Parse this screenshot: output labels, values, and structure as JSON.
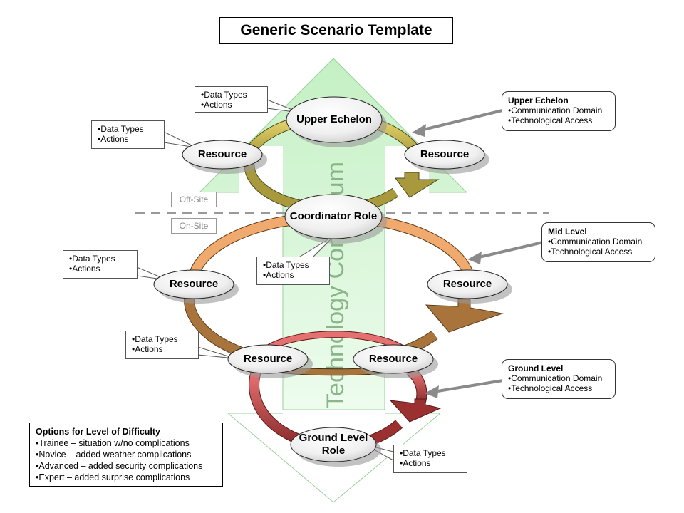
{
  "title": "Generic Scenario Template",
  "background_arrow": {
    "label": "Technology Continuum",
    "fill_color": "#c8f2c8",
    "text_color": "#7aaa7a"
  },
  "site_labels": {
    "off_site": "Off-Site",
    "on_site": "On-Site"
  },
  "nodes": {
    "upper_echelon": "Upper Echelon",
    "upper_resource_left": "Resource",
    "upper_resource_right": "Resource",
    "coordinator": "Coordinator Role",
    "mid_resource_left": "Resource",
    "mid_resource_right": "Resource",
    "lower_resource_left": "Resource",
    "lower_resource_right": "Resource",
    "ground_level": "Ground Level Role"
  },
  "cycle_colors": {
    "upper": "#e4d46a",
    "upper_dark": "#a89a3c",
    "mid": "#f0aa6e",
    "mid_dark": "#a8743c",
    "lower": "#e47070",
    "lower_dark": "#9a3030"
  },
  "data_callouts": [
    {
      "id": "upper-echelon",
      "lines": [
        "•Data Types",
        "•Actions"
      ]
    },
    {
      "id": "upper-resource-left",
      "lines": [
        "•Data Types",
        "•Actions"
      ]
    },
    {
      "id": "coordinator",
      "lines": [
        "•Data Types",
        "•Actions"
      ]
    },
    {
      "id": "mid-resource-left",
      "lines": [
        "•Data Types",
        "•Actions"
      ]
    },
    {
      "id": "lower-resource-left",
      "lines": [
        "•Data Types",
        "•Actions"
      ]
    },
    {
      "id": "ground-level",
      "lines": [
        "•Data Types",
        "•Actions"
      ]
    }
  ],
  "level_callouts": [
    {
      "id": "upper",
      "heading": "Upper Echelon",
      "lines": [
        "•Communication Domain",
        "•Technological Access"
      ]
    },
    {
      "id": "mid",
      "heading": "Mid Level",
      "lines": [
        "•Communication Domain",
        "•Technological Access"
      ]
    },
    {
      "id": "ground",
      "heading": "Ground Level",
      "lines": [
        "•Communication Domain",
        "•Technological Access"
      ]
    }
  ],
  "difficulty": {
    "heading": "Options for Level of Difficulty",
    "items": [
      "•Trainee – situation w/no complications",
      "•Novice – added weather complications",
      "•Advanced – added security complications",
      "•Expert – added surprise complications"
    ]
  }
}
